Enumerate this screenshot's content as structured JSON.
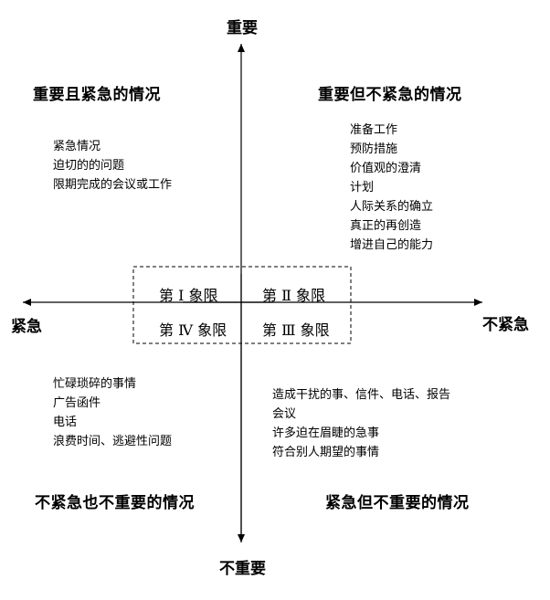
{
  "axes": {
    "top": "重要",
    "bottom": "不重要",
    "left": "紧急",
    "right": "不紧急"
  },
  "quadrants": {
    "top_left": {
      "title": "重要且紧急的情况",
      "items": [
        "紧急情况",
        "迫切的的问题",
        "限期完成的会议或工作"
      ]
    },
    "top_right": {
      "title": "重要但不紧急的情况",
      "items": [
        "准备工作",
        "预防措施",
        "价值观的澄清",
        "计划",
        "人际关系的确立",
        "真正的再创造",
        "增进自己的能力"
      ]
    },
    "bottom_left": {
      "title": "不紧急也不重要的情况",
      "items": [
        "忙碌琐碎的事情",
        "广告函件",
        "电话",
        "浪费时间、逃避性问题"
      ]
    },
    "bottom_right": {
      "title": "紧急但不重要的情况",
      "items": [
        "造成干扰的事、信件、电话、报告",
        "会议",
        "许多迫在眉睫的急事",
        "符合别人期望的事情"
      ]
    }
  },
  "center_labels": {
    "q1": "第 Ⅰ 象限",
    "q2": "第 Ⅱ 象限",
    "q3": "第 Ⅲ 象限",
    "q4": "第 Ⅳ 象限"
  }
}
